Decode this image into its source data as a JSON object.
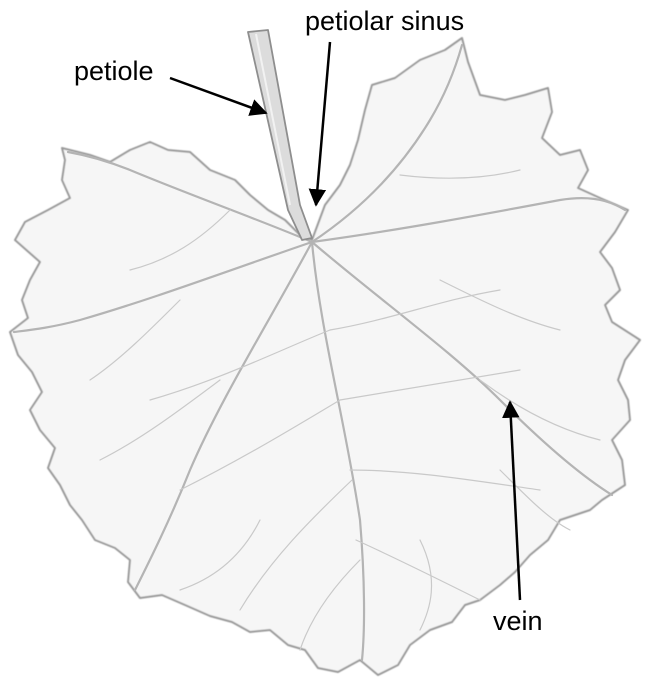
{
  "labels": {
    "petiolar_sinus": "petiolar sinus",
    "petiole": "petiole",
    "vein": "vein"
  },
  "colors": {
    "background": "#ffffff",
    "leaf_fill": "#f6f6f6",
    "leaf_outline": "#9a9a9a",
    "vein": "#b8b8b8",
    "petiole": "#a8a8a8",
    "arrow": "#000000",
    "text": "#000000"
  }
}
